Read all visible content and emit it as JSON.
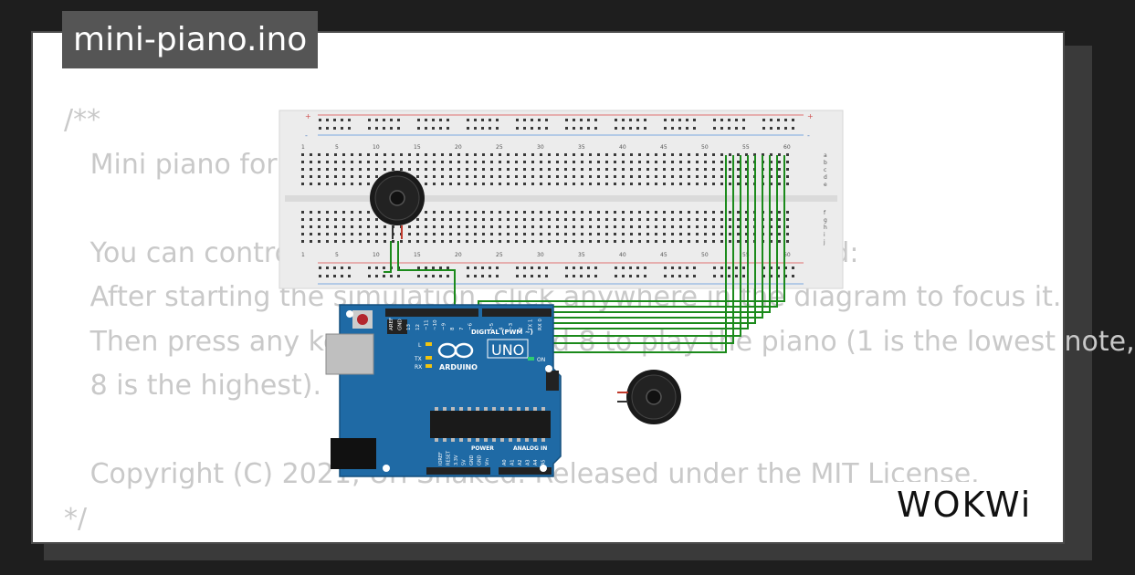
{
  "file_title": "mini-piano.ino",
  "code_lines": [
    "/**",
    "   Mini piano for Arduino.",
    "",
    "   You can control the colorful buttons with your keyboard:",
    "   After starting the simulation, click anywhere in the diagram to focus it.",
    "   Then press any key between 1 and 8 to play the piano (1 is the lowest note,",
    "   8 is the highest).",
    "",
    "   Copyright (C) 2021, Uri Shaked. Released under the MIT License.",
    "*/"
  ],
  "brand": "WOKWi",
  "breadboard": {
    "column_numbers": [
      "1",
      "5",
      "10",
      "15",
      "20",
      "25",
      "30",
      "35",
      "40",
      "45",
      "50",
      "55",
      "60"
    ],
    "row_letters_top": [
      "a",
      "b",
      "c",
      "d",
      "e"
    ],
    "row_letters_bottom": [
      "f",
      "g",
      "h",
      "i",
      "j"
    ],
    "rail_plus": "+",
    "rail_minus": "-"
  },
  "arduino": {
    "model": "UNO",
    "brand": "ARDUINO",
    "digital_label": "DIGITAL (PWM ~)",
    "power_label": "POWER",
    "analog_label": "ANALOG IN",
    "on_label": "ON",
    "led_l": "L",
    "led_tx": "TX",
    "led_rx": "RX",
    "top_pins": [
      "AREF",
      "GND",
      "13",
      "12",
      "~11",
      "~10",
      "~9",
      "8",
      "7",
      "~6",
      "~5",
      "4",
      "~3",
      "2",
      "TX 1",
      "RX 0"
    ],
    "power_pins": [
      "IOREF",
      "RESET",
      "3.3V",
      "5V",
      "GND",
      "GND",
      "Vin"
    ],
    "analog_pins": [
      "A0",
      "A1",
      "A2",
      "A3",
      "A4",
      "A5"
    ]
  },
  "colors": {
    "board_blue": "#1f6aa5",
    "wire_green": "#1b8a1b",
    "breadboard_bg": "#ececec",
    "code_gray": "#c9c9c9"
  }
}
